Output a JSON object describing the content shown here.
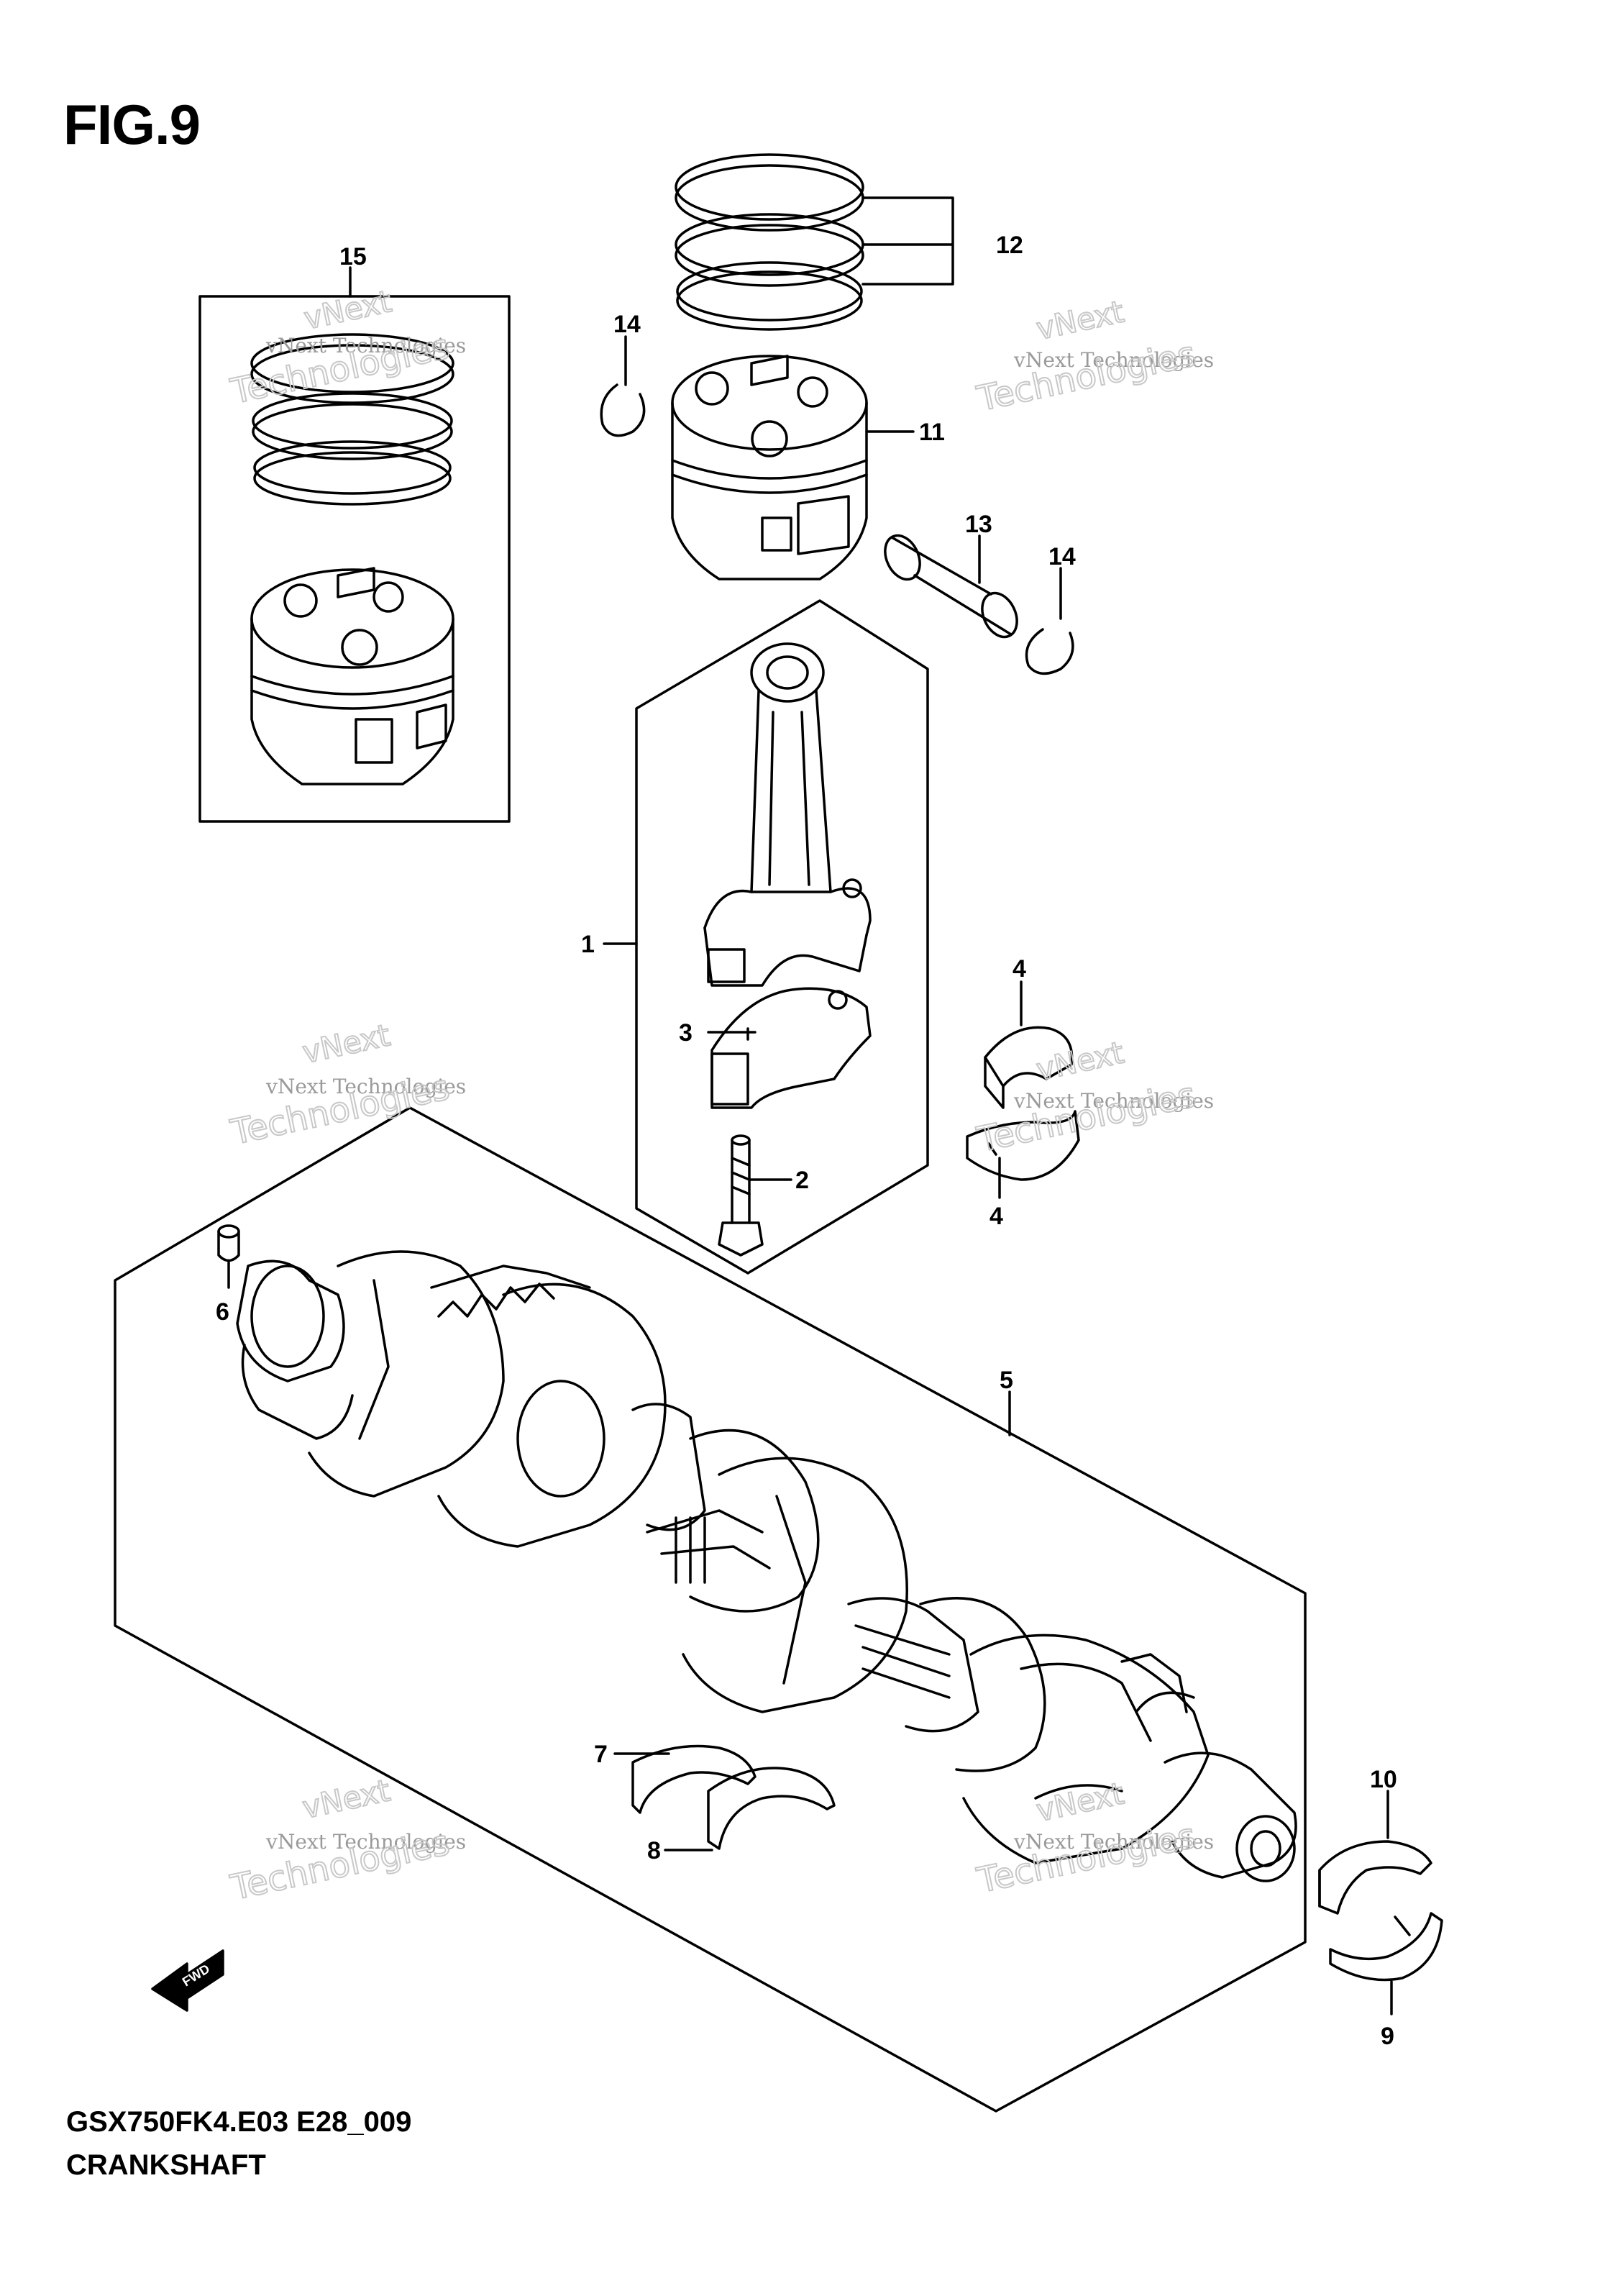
{
  "figure": {
    "title": "FIG.9",
    "code": "GSX750FK4.E03 E28_009",
    "name": "CRANKSHAFT",
    "front_label": "FWD"
  },
  "callouts": [
    {
      "id": "c1",
      "label": "1"
    },
    {
      "id": "c2",
      "label": "2"
    },
    {
      "id": "c3",
      "label": "3"
    },
    {
      "id": "c4a",
      "label": "4"
    },
    {
      "id": "c4b",
      "label": "4"
    },
    {
      "id": "c5",
      "label": "5"
    },
    {
      "id": "c6",
      "label": "6"
    },
    {
      "id": "c7",
      "label": "7"
    },
    {
      "id": "c8",
      "label": "8"
    },
    {
      "id": "c9",
      "label": "9"
    },
    {
      "id": "c10",
      "label": "10"
    },
    {
      "id": "c11",
      "label": "11"
    },
    {
      "id": "c12",
      "label": "12"
    },
    {
      "id": "c13",
      "label": "13"
    },
    {
      "id": "c14a",
      "label": "14"
    },
    {
      "id": "c14b",
      "label": "14"
    },
    {
      "id": "c15",
      "label": "15"
    }
  ],
  "watermark": {
    "line1": "vNext Technologies",
    "big1": "vNext",
    "big2": "Technologies"
  }
}
